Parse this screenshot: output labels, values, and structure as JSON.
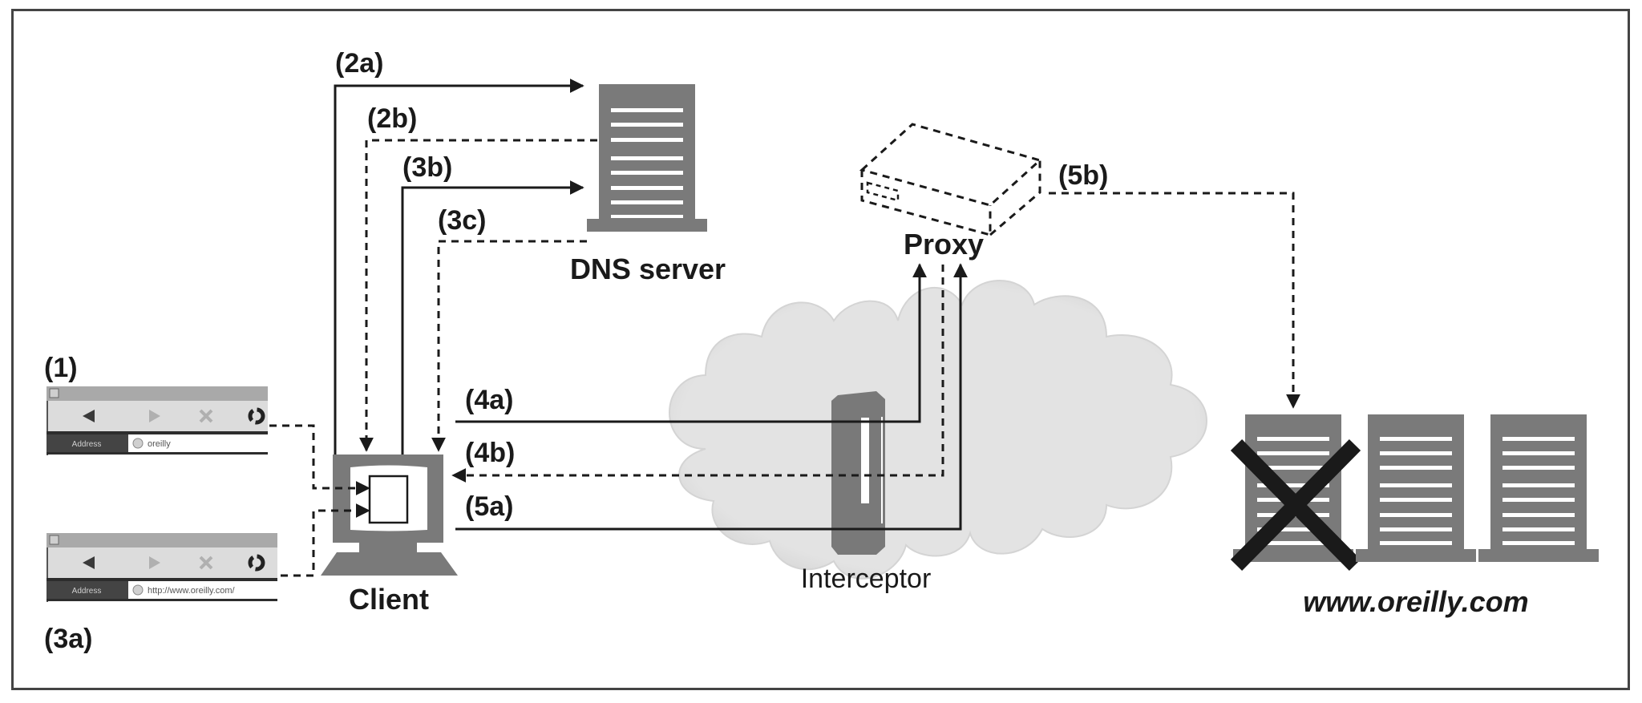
{
  "diagram": {
    "title": "",
    "steps": {
      "s1": "(1)",
      "s2a": "(2a)",
      "s2b": "(2b)",
      "s3a": "(3a)",
      "s3b": "(3b)",
      "s3c": "(3c)",
      "s4a": "(4a)",
      "s4b": "(4b)",
      "s5a": "(5a)",
      "s5b": "(5b)"
    },
    "nodes": {
      "client": "Client",
      "dns_server": "DNS server",
      "proxy": "Proxy",
      "interceptor": "Interceptor",
      "origin": "www.oreilly.com"
    },
    "browser_1": {
      "address_label": "Address",
      "address_value": "oreilly",
      "icons": [
        "back-icon",
        "forward-icon",
        "stop-icon",
        "reload-icon"
      ]
    },
    "browser_2": {
      "address_label": "Address",
      "address_value": "http://www.oreilly.com/",
      "icons": [
        "back-icon",
        "forward-icon",
        "stop-icon",
        "reload-icon"
      ]
    },
    "edges": [
      {
        "id": "2a",
        "from": "client",
        "to": "dns_server",
        "style": "solid"
      },
      {
        "id": "2b",
        "from": "dns_server",
        "to": "client",
        "style": "dashed"
      },
      {
        "id": "3b",
        "from": "client",
        "to": "dns_server",
        "style": "solid"
      },
      {
        "id": "3c",
        "from": "dns_server",
        "to": "client",
        "style": "dashed"
      },
      {
        "id": "4a",
        "from": "client",
        "to": "proxy",
        "via": "interceptor",
        "style": "solid"
      },
      {
        "id": "4b",
        "from": "proxy",
        "to": "client",
        "via": "interceptor",
        "style": "dashed"
      },
      {
        "id": "5a",
        "from": "client",
        "to": "proxy",
        "via": "interceptor",
        "style": "solid"
      },
      {
        "id": "5b",
        "from": "proxy",
        "to": "origin",
        "style": "dashed"
      }
    ],
    "origin_servers": {
      "count": 3,
      "failed_index": 0
    },
    "colors": {
      "ink": "#1a1a1a",
      "server_gray": "#7a7a7a",
      "cloud": "#e2e2e2",
      "frame": "#444444"
    }
  }
}
